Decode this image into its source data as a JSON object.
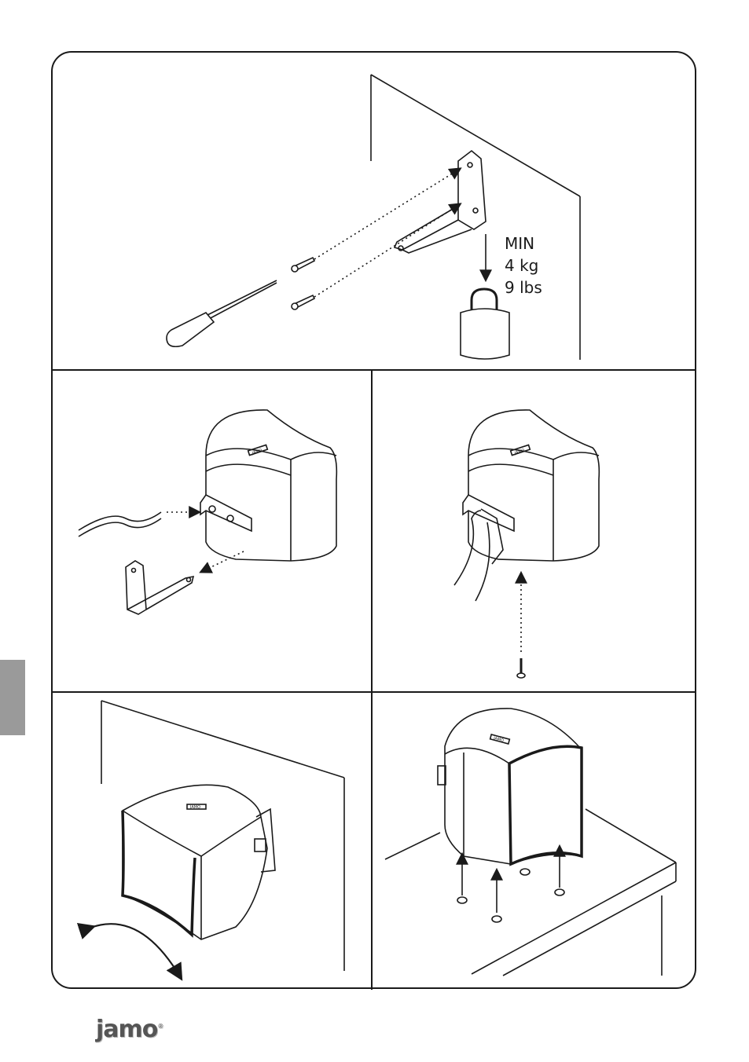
{
  "load": {
    "min_label": "MIN",
    "kg": "4 kg",
    "lbs": "9 lbs"
  },
  "brand": {
    "logo_text": "jamo",
    "trademark": "®",
    "badge_text": "JAMO"
  },
  "colors": {
    "line": "#1a1a1a",
    "side_tab": "#9a9a9a",
    "logo": "#555555"
  }
}
